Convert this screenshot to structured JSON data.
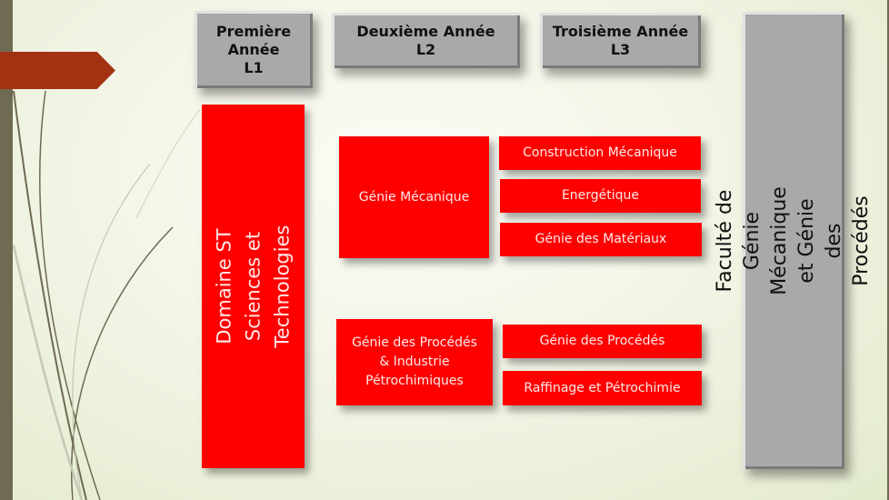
{
  "slide": {
    "colors": {
      "primary_red": "#fe0000",
      "header_gray": "#a9a9a9",
      "accent_tab": "#a23212",
      "side_bar": "#6f6a52"
    },
    "headers": [
      {
        "label": "Première\nAnnée\nL1"
      },
      {
        "label": "Deuxième  Année\nL2"
      },
      {
        "label": "Troisième Année\nL3"
      }
    ],
    "faculty": {
      "label": "Faculté de Génie Mécanique et Génie des\nProcédés"
    },
    "domain": {
      "label": "Domaine ST\nSciences et Technologies"
    },
    "groups": [
      {
        "l2_label": "Génie Mécanique",
        "l3_items": [
          "Construction Mécanique",
          "Energétique",
          "Génie des Matériaux"
        ]
      },
      {
        "l2_label": "Génie des Procédés\n& Industrie\nPétrochimiques",
        "l3_items": [
          "Génie des Procédés",
          "Raffinage et Pétrochimie"
        ]
      }
    ]
  }
}
